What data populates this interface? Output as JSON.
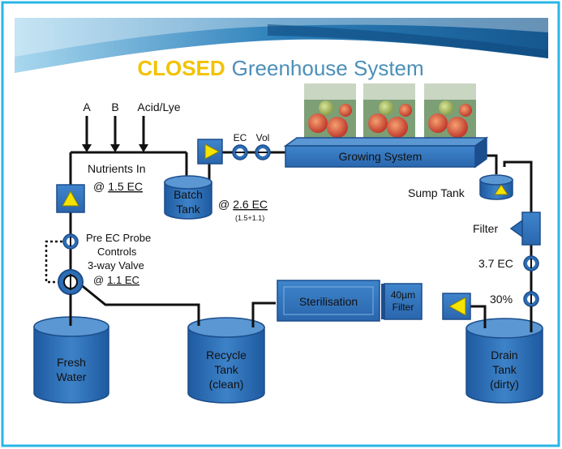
{
  "title": {
    "highlight": "CLOSED",
    "rest": "Greenhouse System"
  },
  "inputs": {
    "a": "A",
    "b": "B",
    "acid": "Acid/Lye"
  },
  "labels": {
    "nutrients_in": "Nutrients In",
    "nutrients_at": "@",
    "nutrients_ec": "1.5 EC",
    "batch_tank_line1": "Batch",
    "batch_tank_line2": "Tank",
    "batch_at": "@",
    "batch_ec": "2.6 EC",
    "batch_sum": "(1.5+1.1)",
    "ec": "EC",
    "vol": "Vol",
    "growing_system": "Growing System",
    "sump_tank": "Sump Tank",
    "filter": "Filter",
    "drain_ec": "3.7 EC",
    "drain_percent": "30%",
    "pre_ec_line1": "Pre EC Probe",
    "pre_ec_line2": "Controls",
    "pre_ec_line3": "3-way Valve",
    "valve_at": "@",
    "valve_ec": "1.1 EC",
    "sterilisation": "Sterilisation",
    "micro_filter_line1": "40µm",
    "micro_filter_line2": "Filter"
  },
  "tanks": {
    "fresh": [
      "Fresh",
      "Water"
    ],
    "recycle": [
      "Recycle",
      "Tank",
      "(clean)"
    ],
    "drain": [
      "Drain",
      "Tank",
      "(dirty)"
    ]
  },
  "colors": {
    "frame": "#29b6e6",
    "title_highlight": "#f2c200",
    "title_text": "#4c8fb8",
    "tank_blue": "#2d6db4",
    "tank_dark": "#1c4d8c",
    "arrow_yellow": "#f5e400",
    "pipe": "#111111",
    "banner_dark": "#1f6fa8",
    "banner_light": "#b8dff2"
  },
  "icons": {
    "pump": "pump-triangle-icon",
    "sensor": "sensor-ring-icon",
    "valve": "three-way-valve-icon",
    "photo": "tomato-photo"
  }
}
